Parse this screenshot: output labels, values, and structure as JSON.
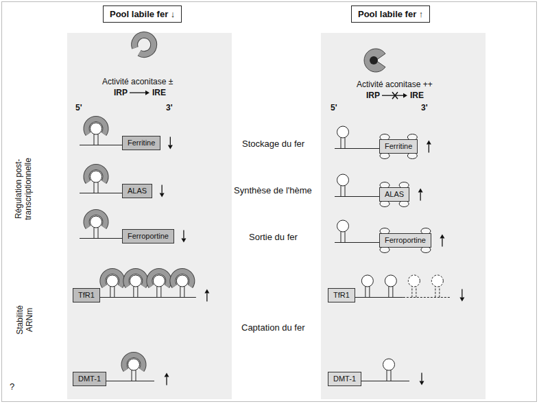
{
  "diagram": {
    "nodes": [
      {
        "text": [
          "Pool labile fer ↓"
        ]
      },
      {
        "text": [
          "Pool labile fer ↑"
        ]
      },
      {
        "text": [
          "Ferritine"
        ]
      },
      {
        "text": [
          "Ferritine"
        ]
      },
      {
        "text": [
          "ALAS"
        ]
      },
      {
        "text": [
          "ALAS"
        ]
      },
      {
        "text": [
          "Ferroportine"
        ]
      },
      {
        "text": [
          "Ferroportine"
        ]
      },
      {
        "text": [
          "TfR1"
        ]
      },
      {
        "text": [
          "TfR1"
        ]
      },
      {
        "text": [
          "DMT-1"
        ]
      },
      {
        "text": [
          "DMT-1"
        ]
      }
    ],
    "labels": [
      "Activité aconitase ±",
      "IRP",
      "IRE",
      "Activité aconitase ++",
      "IRP",
      "IRE",
      "5'",
      "3'",
      "5'",
      "3'",
      "Régulation post-transcriptionnelle",
      "Stabilité ARNm",
      "?",
      "Stockage du fer",
      "Synthèse de l'hème",
      "Sortie du fer",
      "Captation du fer"
    ]
  }
}
